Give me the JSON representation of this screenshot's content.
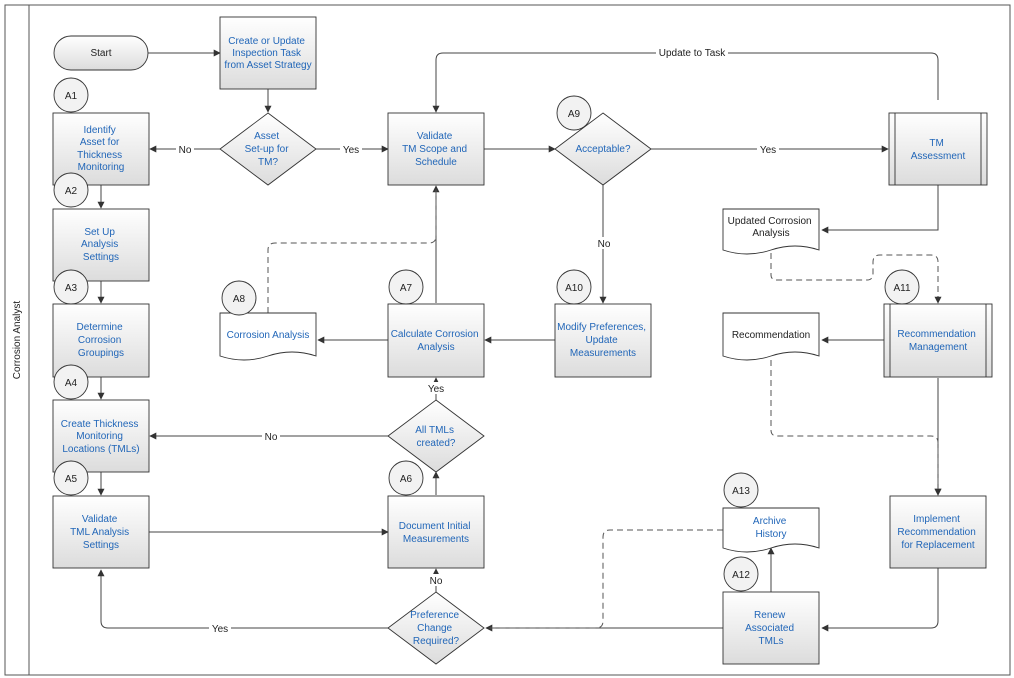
{
  "lane": {
    "label": "Corrosion Analyst"
  },
  "nodes": {
    "start": "Start",
    "create_task": [
      "Create or Update",
      "Inspection Task",
      "from Asset Strategy"
    ],
    "asset_setup": [
      "Asset",
      "Set-up for",
      "TM?"
    ],
    "identify_asset": [
      "Identify",
      "Asset for",
      "Thickness",
      "Monitoring"
    ],
    "setup_analysis": [
      "Set Up",
      "Analysis",
      "Settings"
    ],
    "determine_groupings": [
      "Determine",
      "Corrosion",
      "Groupings"
    ],
    "create_tmls": [
      "Create Thickness",
      "Monitoring",
      "Locations (TMLs)"
    ],
    "validate_tml": [
      "Validate",
      "TML Analysis",
      "Settings"
    ],
    "validate_scope": [
      "Validate",
      "TM  Scope and",
      "Schedule"
    ],
    "acceptable": [
      "Acceptable?"
    ],
    "tm_assessment": [
      "TM",
      "Assessment"
    ],
    "updated_corrosion_analysis": [
      "Updated Corrosion",
      "Analysis"
    ],
    "modify_preferences": [
      "Modify Preferences,",
      "Update",
      "Measurements"
    ],
    "calculate_corrosion": [
      "Calculate Corrosion",
      "Analysis"
    ],
    "corrosion_analysis_doc": [
      "Corrosion Analysis"
    ],
    "all_tmls_created": [
      "All TMLs",
      "created?"
    ],
    "document_initial": [
      "Document Initial",
      "Measurements"
    ],
    "preference_change": [
      "Preference",
      "Change",
      "Required?"
    ],
    "recommendation_mgmt": [
      "Recommendation",
      "Management"
    ],
    "recommendation_doc": [
      "Recommendation"
    ],
    "implement_recommendation": [
      "Implement",
      "Recommendation",
      "for Replacement"
    ],
    "archive_history": [
      "Archive",
      "History"
    ],
    "renew_tmls": [
      "Renew",
      "Associated",
      "TMLs"
    ]
  },
  "markers": {
    "a1": "A1",
    "a2": "A2",
    "a3": "A3",
    "a4": "A4",
    "a5": "A5",
    "a6": "A6",
    "a7": "A7",
    "a8": "A8",
    "a9": "A9",
    "a10": "A10",
    "a11": "A11",
    "a12": "A12",
    "a13": "A13"
  },
  "edge_labels": {
    "update_to_task": "Update to Task",
    "no_asset": "No",
    "yes_asset": "Yes",
    "yes_acceptable": "Yes",
    "no_acceptable": "No",
    "yes_all_tmls": "Yes",
    "no_all_tmls": "No",
    "no_preference": "No",
    "yes_preference": "Yes"
  }
}
